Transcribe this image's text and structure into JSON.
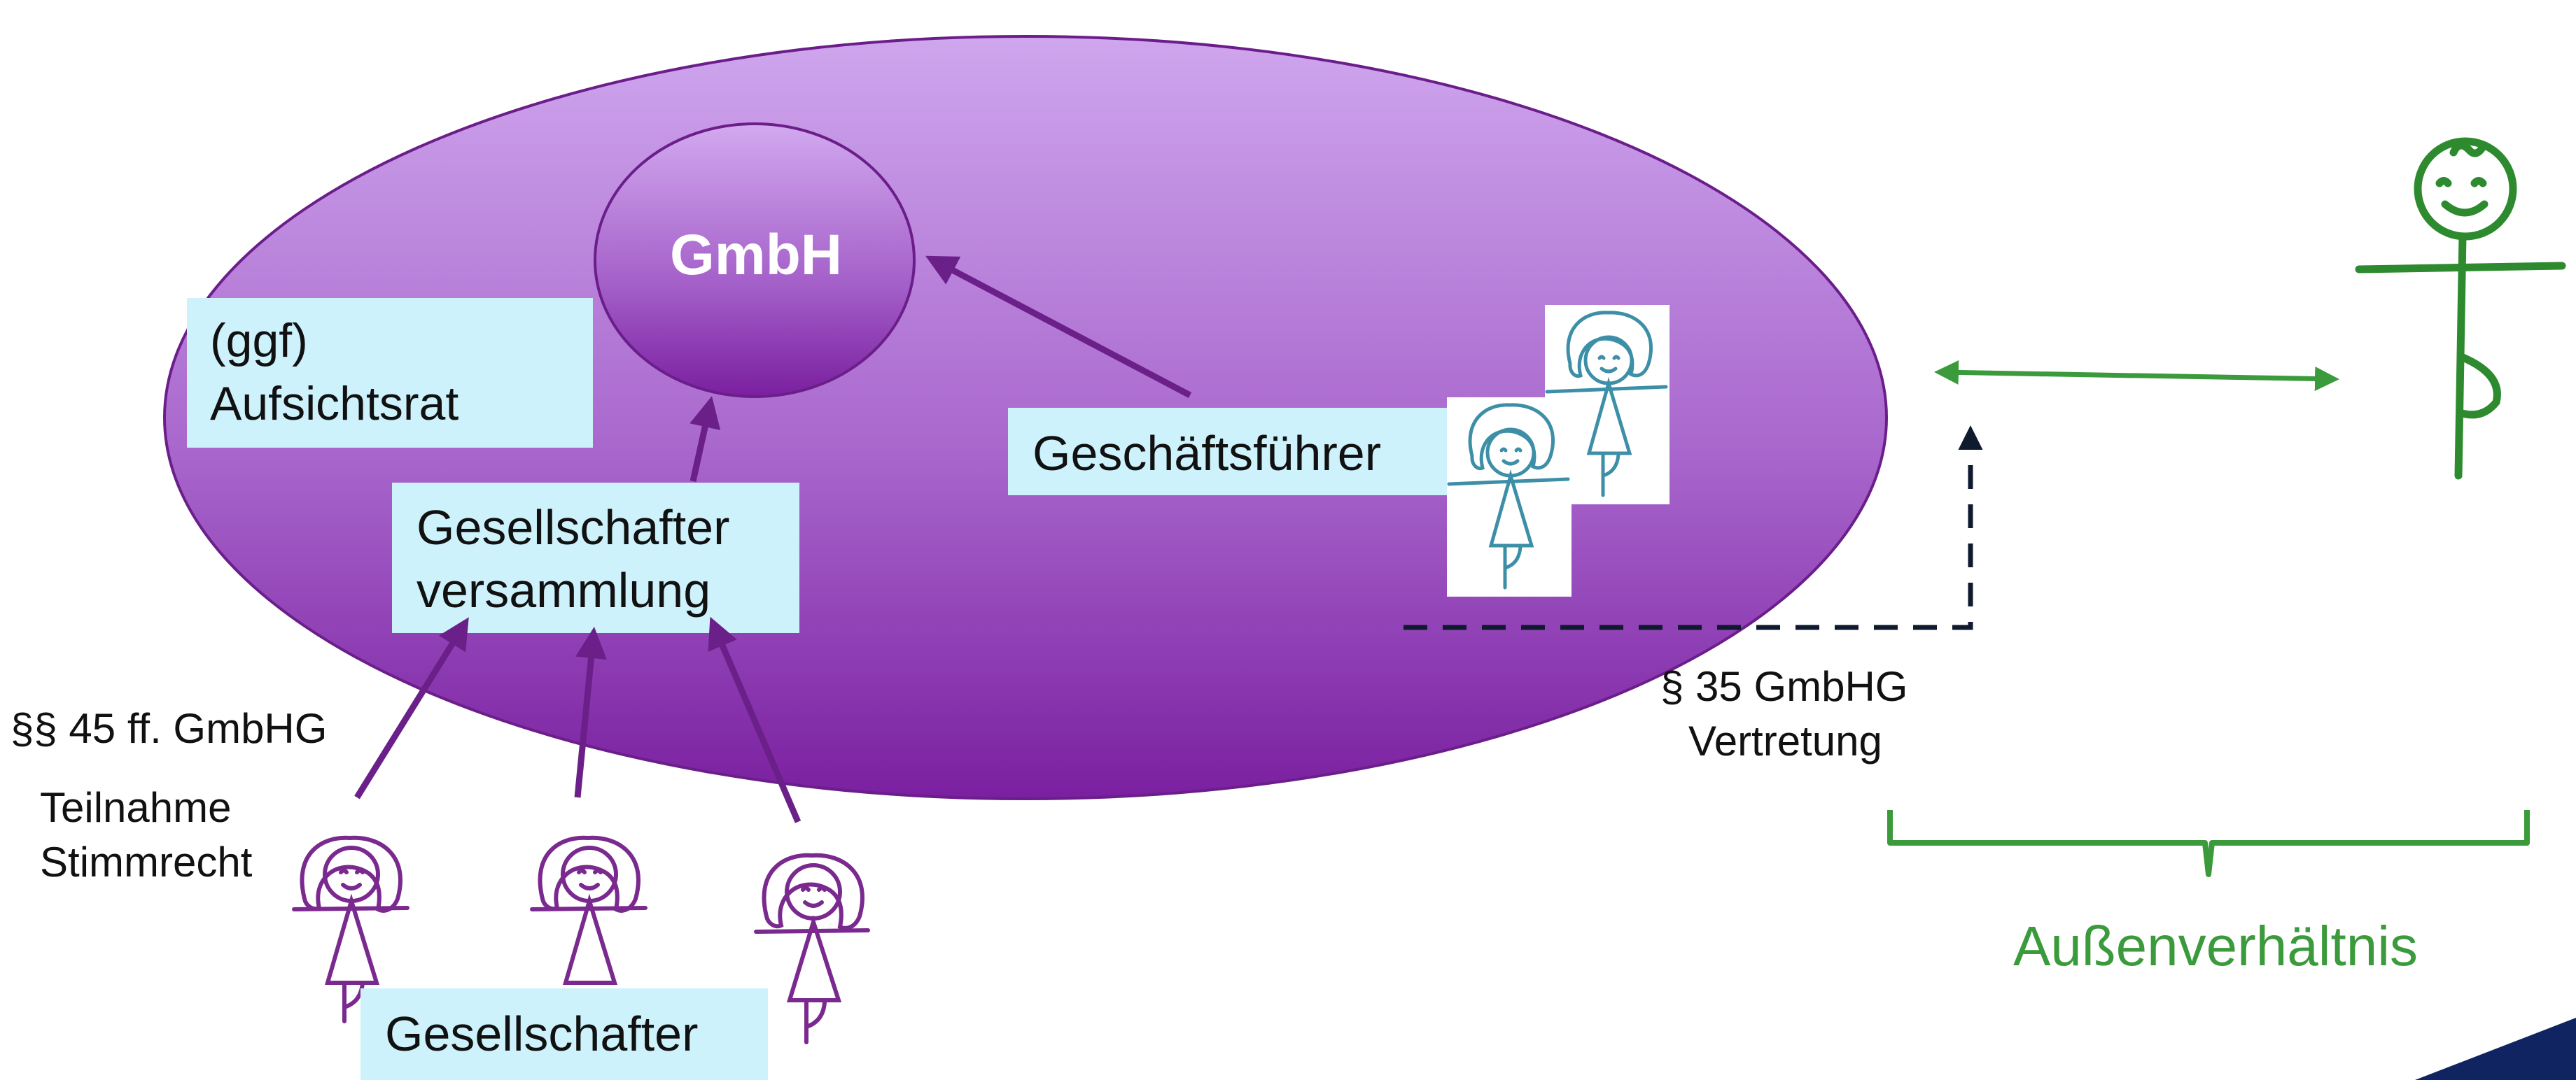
{
  "entity": {
    "label": "GmbH"
  },
  "organs": {
    "supervisory_board": [
      "(ggf)",
      "Aufsichtsrat"
    ],
    "shareholders_meeting": [
      "Gesellschafter",
      "versammlung"
    ],
    "managing_director": "Geschäftsführer",
    "shareholders": "Gesellschafter"
  },
  "annotations": {
    "shareholder_law": "§§ 45 ff. GmbHG",
    "shareholder_rights": [
      "Teilnahme",
      "Stimmrecht"
    ],
    "representation_law": "§ 35 GmbHG",
    "representation": "Vertretung",
    "external_relationship": "Außenverhältnis"
  },
  "colors": {
    "ellipse_top": "#cfa6ee",
    "ellipse_bottom": "#7a1fa0",
    "label_box": "#cdf2fb",
    "purple_figure": "#7a2a8e",
    "teal_figure": "#3d8fa8",
    "green": "#3b9a3b",
    "dark_dash": "#0f1a2e",
    "corner": "#0f2460"
  },
  "icons": {
    "shareholder_figures": [
      "person-icon",
      "person-icon",
      "person-icon"
    ],
    "managing_director_figures": [
      "person-icon",
      "person-icon"
    ],
    "third_party": "stick-figure-icon"
  }
}
